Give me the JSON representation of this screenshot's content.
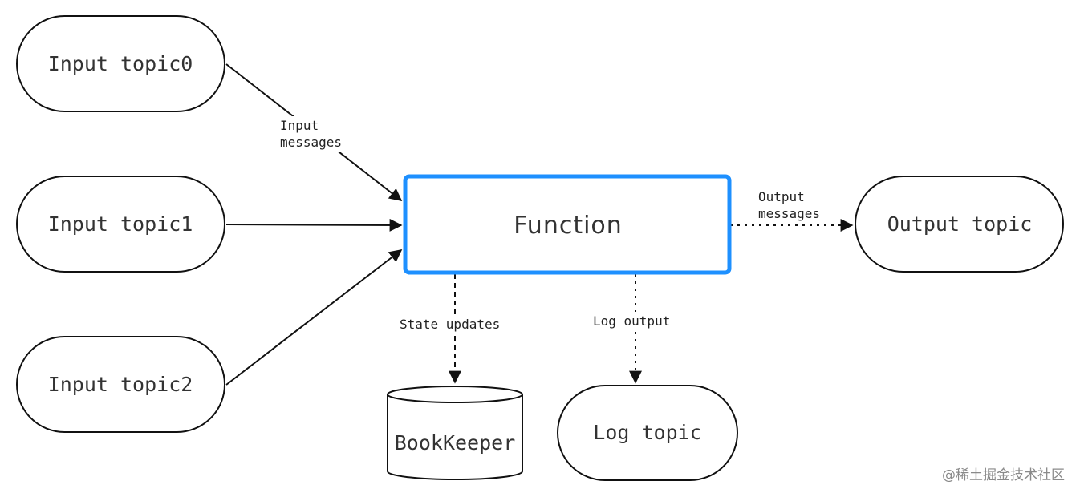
{
  "nodes": {
    "input0": "Input topic0",
    "input1": "Input topic1",
    "input2": "Input topic2",
    "function": "Function",
    "output": "Output topic",
    "bookkeeper": "BookKeeper",
    "log": "Log topic"
  },
  "edges": {
    "input_line1": "Input",
    "input_line2": "messages",
    "output_line1": "Output",
    "output_line2": "messages",
    "state_updates": "State updates",
    "log_output": "Log output"
  },
  "colors": {
    "function_border": "#1e90ff",
    "node_stroke": "#111111",
    "text": "#333333"
  },
  "watermark": "@稀土掘金技术社区"
}
